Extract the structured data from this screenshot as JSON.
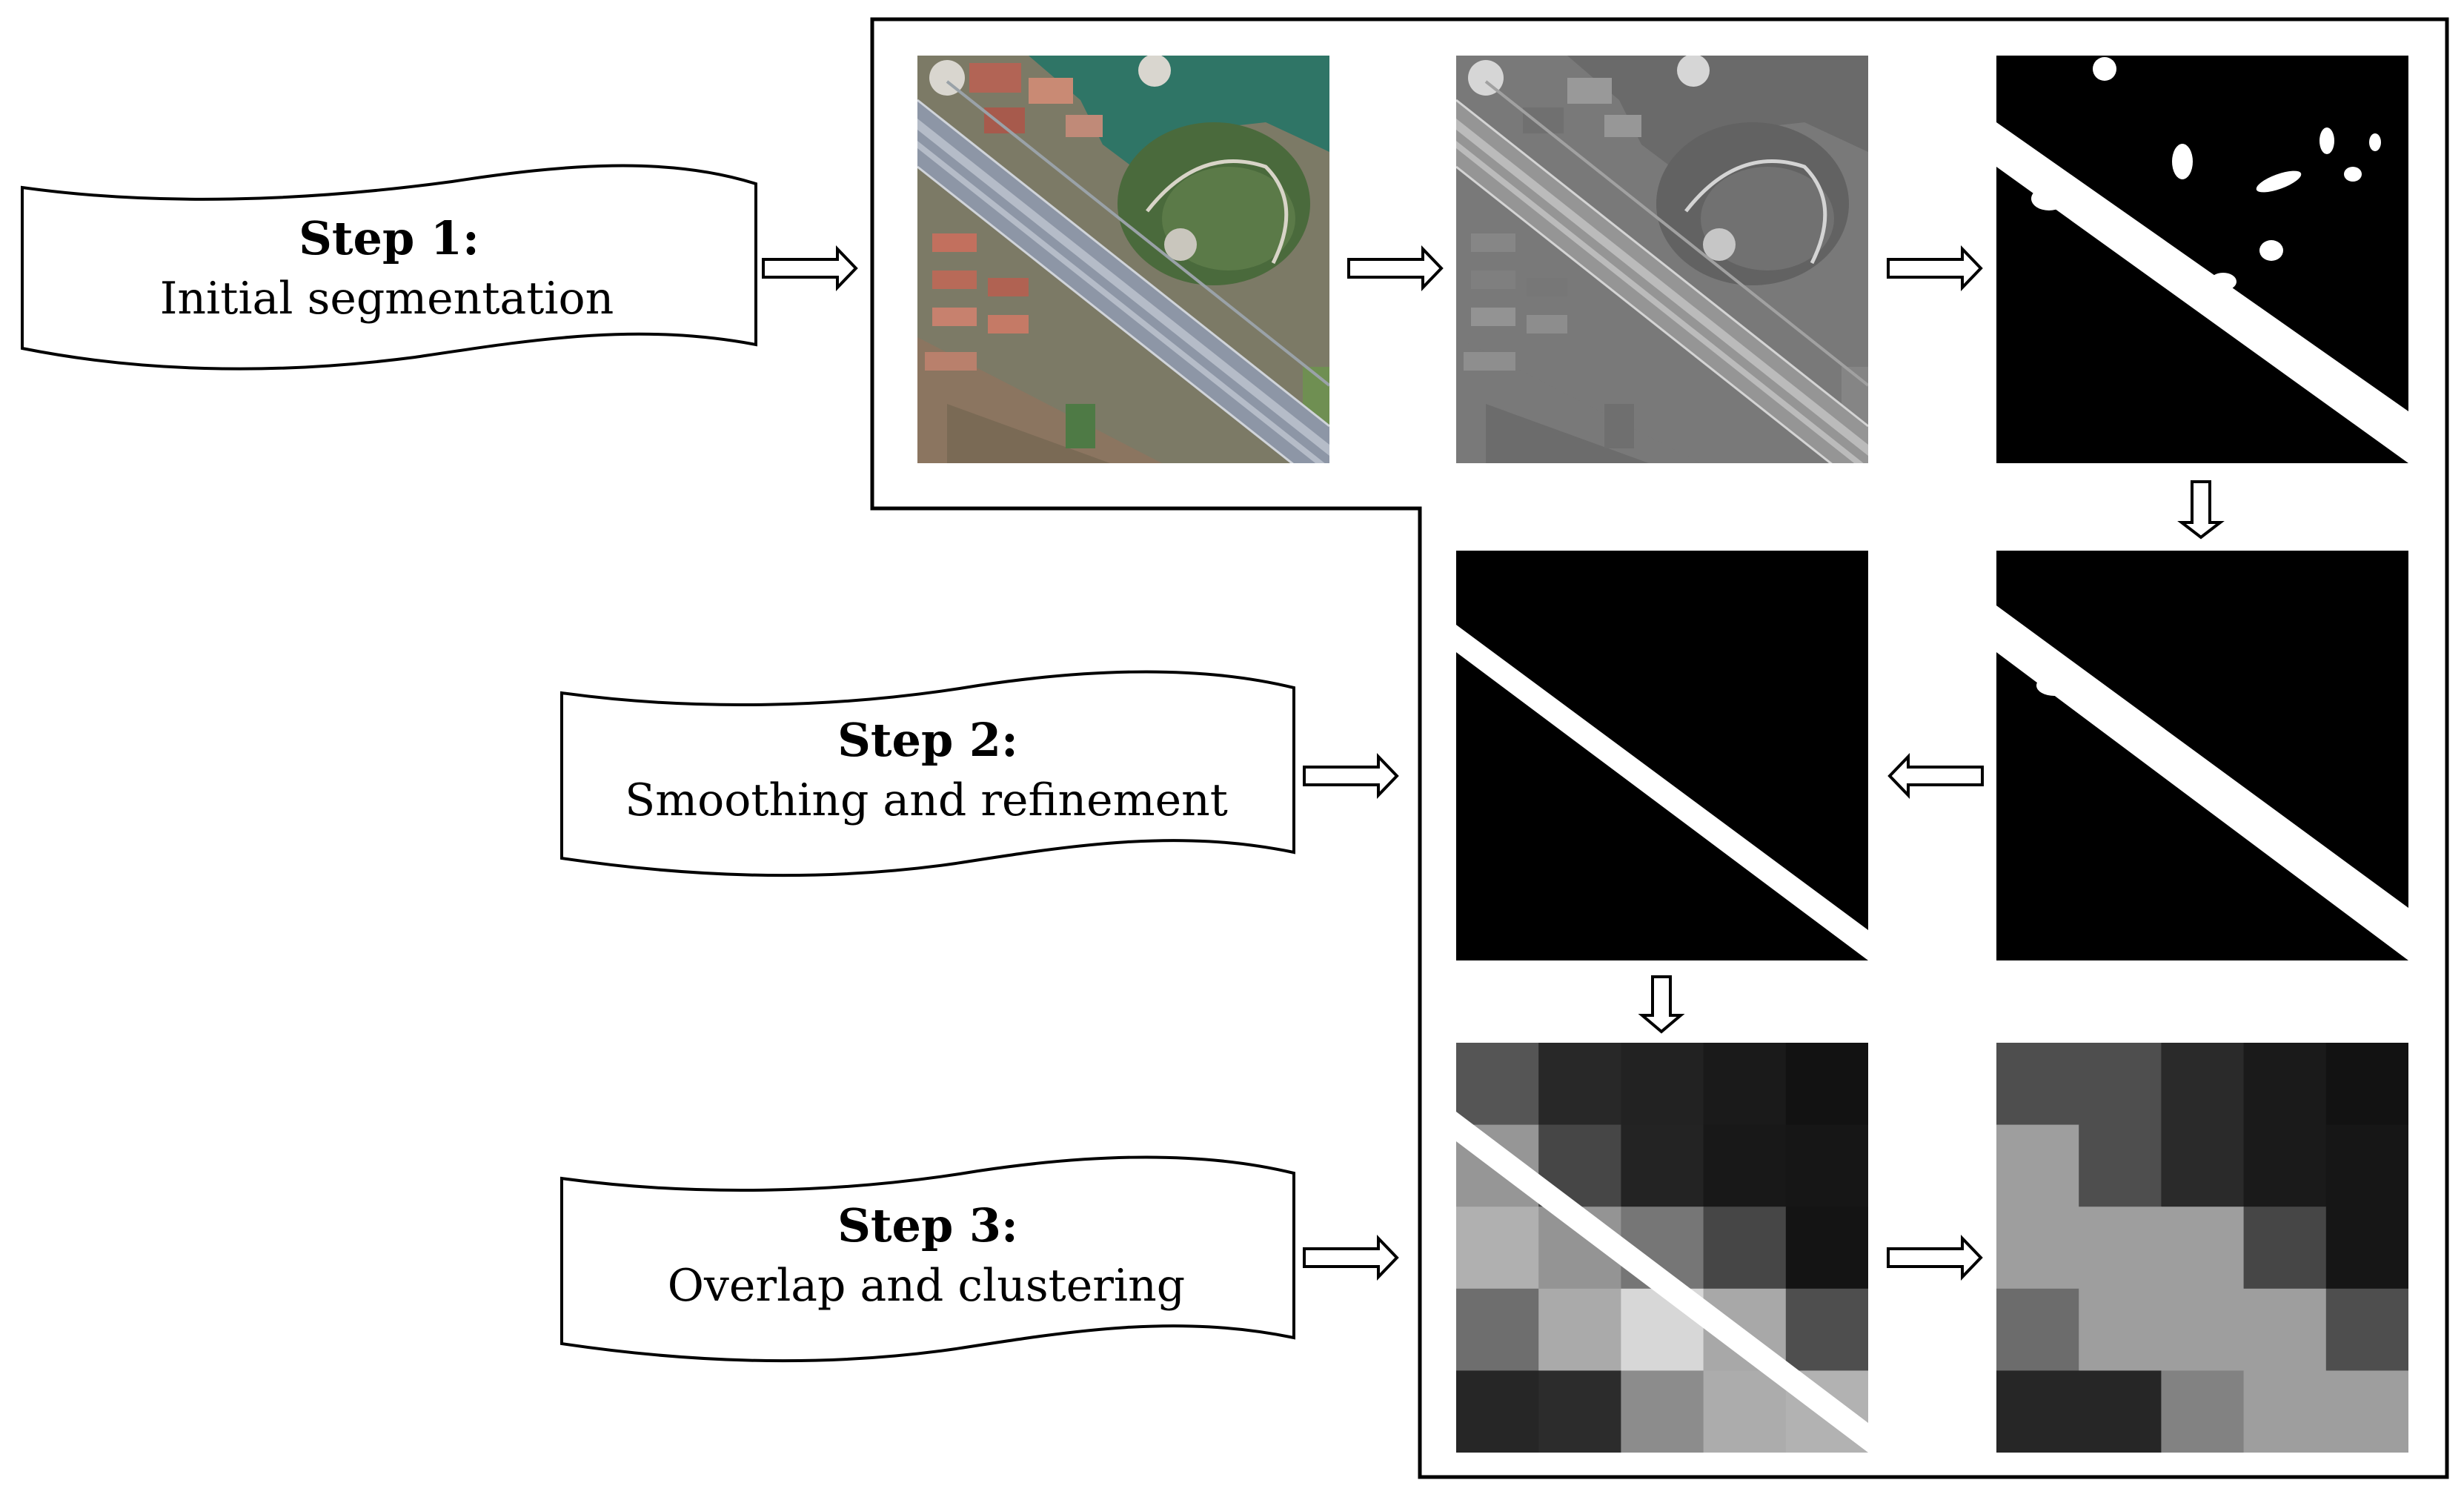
{
  "steps": [
    {
      "title": "Step 1:",
      "subtitle": "Initial segmentation"
    },
    {
      "title": "Step 2:",
      "subtitle": "Smoothing and refinement"
    },
    {
      "title": "Step 3:",
      "subtitle": "Overlap and clustering"
    }
  ],
  "panels": {
    "satellite_rgb": "aerial image of a road crossing a residential area and park",
    "satellite_gray": "grayscale version of aerial image",
    "binary_initial": "initial binary road mask with noise blobs",
    "binary_cleaned": "binary mask after noise removal",
    "binary_smooth": "smoothed straight road mask",
    "overlay": "road mask overlaid on grayscale grid",
    "clustered": "clustered grayscale grid"
  },
  "grid_overlay": [
    [
      85,
      40,
      34,
      26,
      18
    ],
    [
      150,
      70,
      35,
      24,
      22
    ],
    [
      176,
      148,
      118,
      70,
      20
    ],
    [
      110,
      170,
      215,
      168,
      78
    ],
    [
      38,
      44,
      140,
      172,
      178
    ]
  ],
  "grid_clustered": [
    [
      78,
      78,
      42,
      26,
      18
    ],
    [
      158,
      78,
      42,
      26,
      22
    ],
    [
      158,
      158,
      158,
      70,
      22
    ],
    [
      108,
      158,
      158,
      158,
      78
    ],
    [
      38,
      38,
      130,
      158,
      158
    ]
  ],
  "colors": {
    "outline": "#000000",
    "background": "#ffffff",
    "mask_fg": "#ffffff",
    "mask_bg": "#000000"
  }
}
